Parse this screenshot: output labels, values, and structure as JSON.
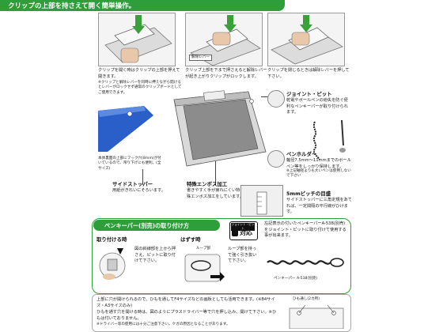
{
  "header": {
    "title": "クリップの上部を持さえて開く簡単操作。"
  },
  "steps": [
    {
      "text": "クリップを開く時はクリップの上部を押えて開きます。",
      "note": "※クリップと解除レバーを同時に押えながら開けるとレバーがロックせず通常のクリップボードとしてご使用できます。"
    },
    {
      "callout": "解除レバー",
      "text": "クリップ上部を下まで押さえると解除レバーが起き上がりクリップがロックします。"
    },
    {
      "text": "クリップを閉じるときは解除レバーを押して下さい。"
    }
  ],
  "board": {
    "hook_note": "本体裏面の上部にフック穴(8mm)が付いているので、吊り下げにも便利。(全サイズ)",
    "side_stopper_title": "サイドストッパー",
    "side_stopper_text": "用紙がきれいにそろいます。",
    "emboss_title": "特殊エンボス加工",
    "emboss_text": "書きやすく手が疲れにくい特殊エンボス加工をしています。"
  },
  "features": {
    "joint_title": "ジョイント・ピット",
    "joint_text": "乾電やボールペンの紛失を防ぐ便利なペンキーパーが取り付けられます。",
    "pen_title": "ペンホルダー",
    "pen_text": "軸径7.5mm〜11mmまでのボールペン等をしっかり保持します。",
    "pen_note": "※上記軸径よりも大いペンは使用しないで下さい",
    "pitch_title": "5mmピッチの目盛",
    "pitch_text": "サイドストッパーに三角定規をあてれば、一定間隔の平行線がひけます。"
  },
  "keeper": {
    "bar_title": "ペンキーパー(別売)の取り付け方",
    "badge_top": "ジョイント・ピット",
    "badge_main": "対応",
    "attach_title": "取り付ける時",
    "attach_text": "図の斜線部を上から押さえ、ピットに取り付けて下さい。",
    "remove_title": "はずす時",
    "loop_label": "ループ部",
    "remove_text": "ループ部を持って強く引き抜いて下さい。",
    "right_text": "左記表示の付いたペンキーパーA-538(別売)をジョイント・ピットに取り付けて使用する事が出来ます。",
    "product_label": "ペンキーパー A-538(別売)"
  },
  "bottom": {
    "text": "上部に穴が開けられるので、ひもを通してF4サイズなどの画板としても活用できます。(※B4サイズ・A3サイズのみ)",
    "line2": "ひもを通す穴を開ける時は、図のようにプラスドライバー等で穴を押し込み、開けて下さい。※ひもは付いておりません。",
    "note": "※ドライバー等の使用には十分ご注意下さい。ケガの原因となることがあります。",
    "hole_label": "ひも通し(2カ所)"
  }
}
